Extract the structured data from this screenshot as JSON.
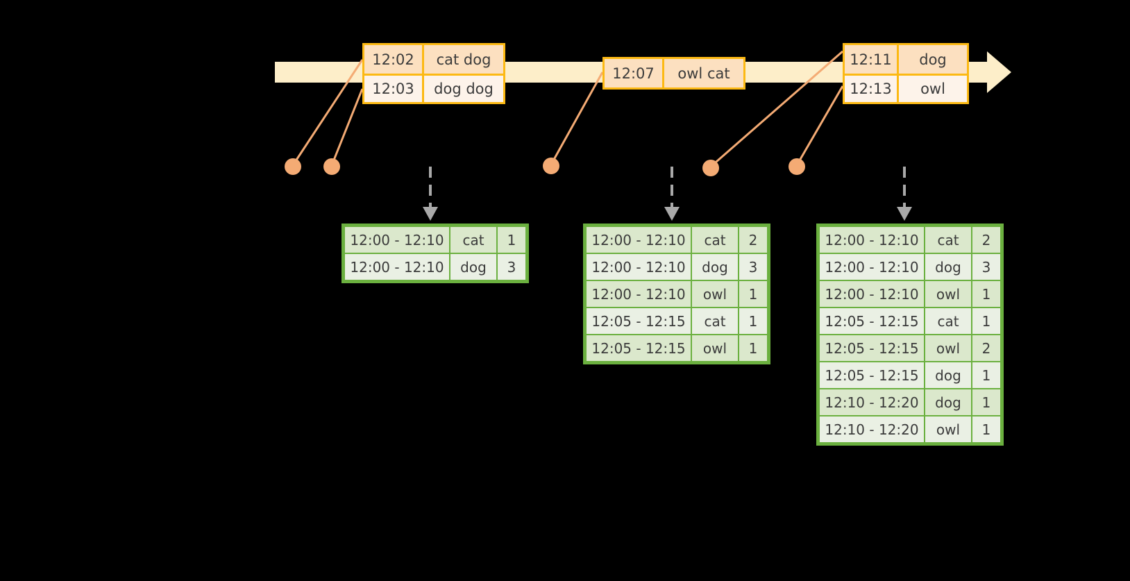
{
  "timeline": {
    "bar_color": "#fdeec9",
    "border_color": "#fcb913",
    "arrow_name": "timeline-arrow"
  },
  "events": [
    {
      "id": "event-box-1",
      "rows": [
        {
          "time": "12:02",
          "payload": "cat dog"
        },
        {
          "time": "12:03",
          "payload": "dog dog"
        }
      ]
    },
    {
      "id": "event-box-2",
      "rows": [
        {
          "time": "12:07",
          "payload": "owl cat"
        }
      ]
    },
    {
      "id": "event-box-3",
      "rows": [
        {
          "time": "12:11",
          "payload": "dog"
        },
        {
          "time": "12:13",
          "payload": "owl"
        }
      ]
    }
  ],
  "tables": [
    {
      "id": "result-table-1",
      "rows": [
        {
          "window": "12:00 - 12:10",
          "key": "cat",
          "count": "1"
        },
        {
          "window": "12:00 - 12:10",
          "key": "dog",
          "count": "3"
        }
      ]
    },
    {
      "id": "result-table-2",
      "rows": [
        {
          "window": "12:00 - 12:10",
          "key": "cat",
          "count": "2"
        },
        {
          "window": "12:00 - 12:10",
          "key": "dog",
          "count": "3"
        },
        {
          "window": "12:00 - 12:10",
          "key": "owl",
          "count": "1"
        },
        {
          "window": "12:05 - 12:15",
          "key": "cat",
          "count": "1"
        },
        {
          "window": "12:05 - 12:15",
          "key": "owl",
          "count": "1"
        }
      ]
    },
    {
      "id": "result-table-3",
      "rows": [
        {
          "window": "12:00 - 12:10",
          "key": "cat",
          "count": "2"
        },
        {
          "window": "12:00 - 12:10",
          "key": "dog",
          "count": "3"
        },
        {
          "window": "12:00 - 12:10",
          "key": "owl",
          "count": "1"
        },
        {
          "window": "12:05 - 12:15",
          "key": "cat",
          "count": "1"
        },
        {
          "window": "12:05 - 12:15",
          "key": "owl",
          "count": "2"
        },
        {
          "window": "12:05 - 12:15",
          "key": "dog",
          "count": "1"
        },
        {
          "window": "12:10 - 12:20",
          "key": "dog",
          "count": "1"
        },
        {
          "window": "12:10 - 12:20",
          "key": "owl",
          "count": "1"
        }
      ]
    }
  ],
  "colors": {
    "timeline_fill": "#fdeec9",
    "timeline_border": "#fcb913",
    "event_shade_a": "#fce0c0",
    "event_shade_b": "#fdf3ea",
    "dot": "#f4ab74",
    "leader_line": "#f4ab74",
    "table_border": "#6bb03f",
    "table_shade_a": "#dbe8cc",
    "table_shade_b": "#eaf0e4",
    "dashed_arrow": "#a9a9a9",
    "background": "#000000",
    "text": "#3b3b3b"
  }
}
